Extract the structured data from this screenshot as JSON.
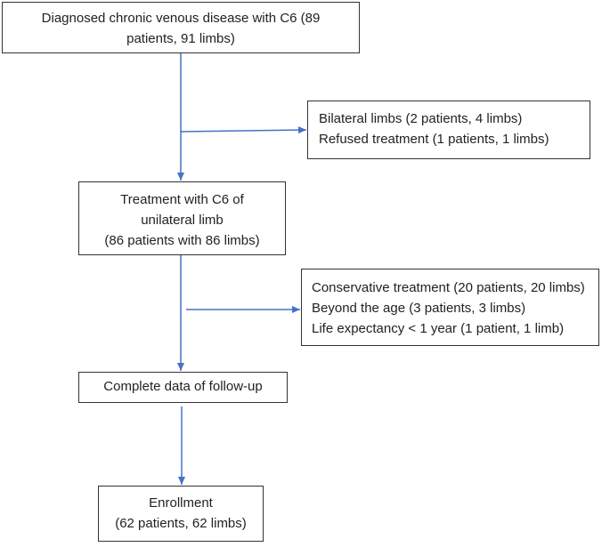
{
  "flowchart": {
    "nodes": {
      "diagnosed": {
        "lines": [
          "Diagnosed chronic venous disease with C6 (89",
          "patients, 91 limbs)"
        ]
      },
      "exclusion_1": {
        "lines": [
          "Bilateral limbs (2 patients, 4 limbs)",
          "Refused treatment (1 patients, 1 limbs)"
        ]
      },
      "treatment": {
        "lines": [
          "Treatment with C6 of",
          "unilateral limb",
          "(86 patients with 86 limbs)"
        ]
      },
      "exclusion_2": {
        "lines": [
          "Conservative treatment (20 patients, 20 limbs)",
          "Beyond the age (3 patients, 3 limbs)",
          "Life expectancy  <  1 year (1 patient, 1 limb)"
        ]
      },
      "complete": {
        "lines": [
          "Complete data of follow-up"
        ]
      },
      "enrollment": {
        "lines": [
          "Enrollment",
          "(62 patients, 62 limbs)"
        ]
      }
    },
    "edges": [
      {
        "from": "diagnosed",
        "to": "treatment"
      },
      {
        "from": "diagnosed",
        "to": "exclusion_1"
      },
      {
        "from": "treatment",
        "to": "complete"
      },
      {
        "from": "treatment",
        "to": "exclusion_2"
      },
      {
        "from": "complete",
        "to": "enrollment"
      }
    ],
    "colors": {
      "arrow": "#4472c4",
      "border": "#333333",
      "text": "#222222"
    }
  }
}
